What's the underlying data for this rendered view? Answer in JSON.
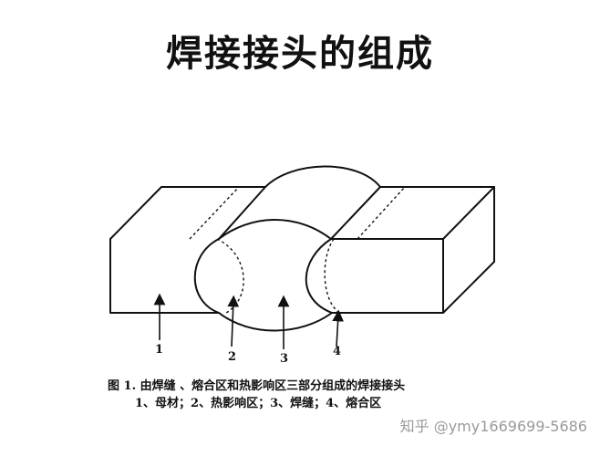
{
  "title": "焊接接头的组成",
  "labels": [
    {
      "id": "1",
      "text": "1"
    },
    {
      "id": "2",
      "text": "2"
    },
    {
      "id": "3",
      "text": "3"
    },
    {
      "id": "4",
      "text": "4"
    }
  ],
  "caption": {
    "line1": "图 1. 由焊缝 、熔合区和热影响区三部分组成的焊接接头",
    "line2": "1、母材；2、热影响区；3、焊缝；4、熔合区"
  },
  "watermark": "知乎 @ymy1669699-5686"
}
